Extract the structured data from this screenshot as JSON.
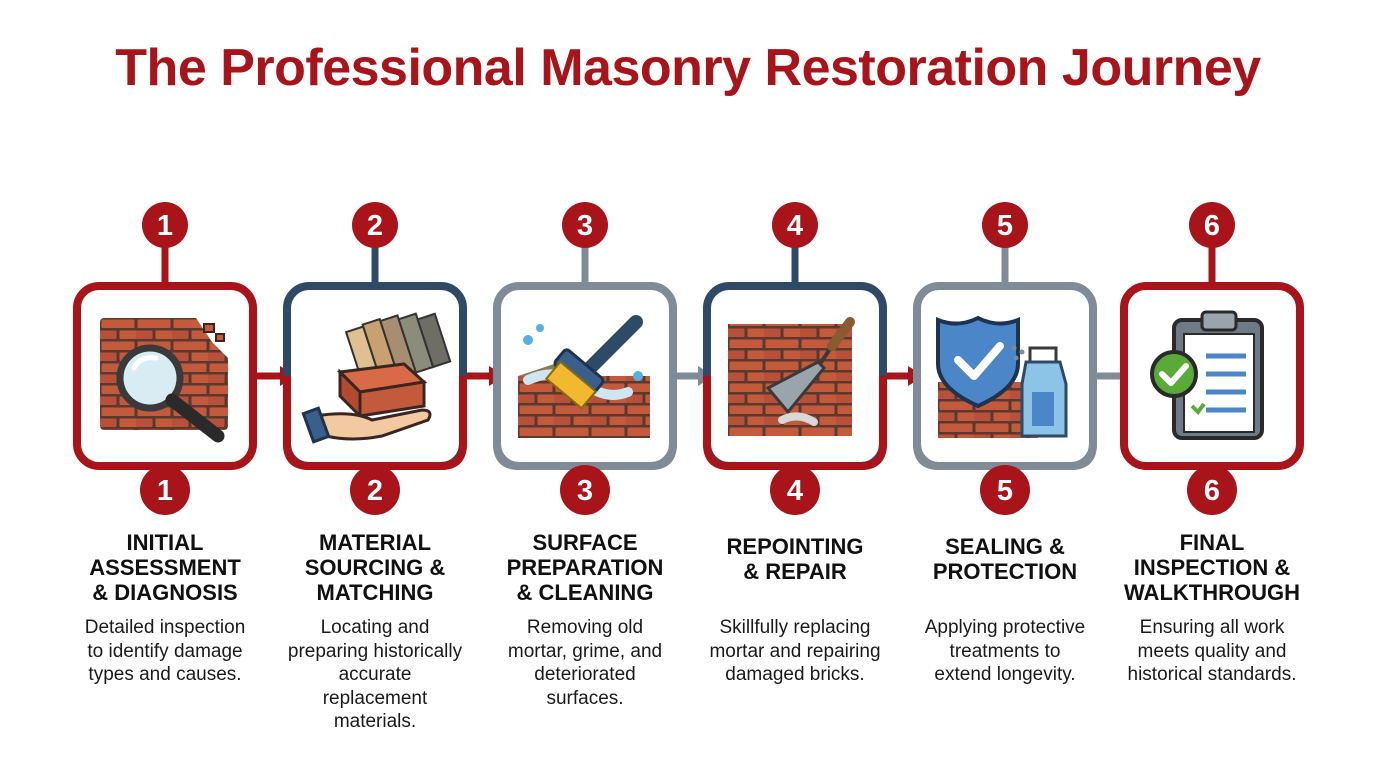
{
  "title": "The Professional Masonry Restoration Journey",
  "colors": {
    "red": "#a8141a",
    "navy": "#2f4a66",
    "gray": "#7f8b96"
  },
  "steps": [
    {
      "number": "1",
      "title_lines": [
        "INITIAL",
        "ASSESSMENT",
        "& DIAGNOSIS"
      ],
      "desc_lines": [
        "Detailed inspection",
        "to identify damage",
        "types and causes."
      ],
      "icon": "magnifier-on-bricks-icon",
      "frame": "red",
      "connector": "red"
    },
    {
      "number": "2",
      "title_lines": [
        "MATERIAL",
        "SOURCING &",
        "MATCHING"
      ],
      "desc_lines": [
        "Locating and",
        "preparing historically",
        "accurate",
        "replacement",
        "materials."
      ],
      "icon": "hand-brick-swatches-icon",
      "frame": "navy",
      "connector": "navy"
    },
    {
      "number": "3",
      "title_lines": [
        "SURFACE",
        "PREPARATION",
        "& CLEANING"
      ],
      "desc_lines": [
        "Removing old",
        "mortar, grime, and",
        "deteriorated",
        "surfaces."
      ],
      "icon": "scrub-brush-bricks-icon",
      "frame": "gray",
      "connector": "gray"
    },
    {
      "number": "4",
      "title_lines": [
        "REPOINTING",
        "& REPAIR"
      ],
      "desc_lines": [
        "Skillfully replacing",
        "mortar and repairing",
        "damaged bricks."
      ],
      "icon": "trowel-bricks-icon",
      "frame": "navy",
      "connector": "navy"
    },
    {
      "number": "5",
      "title_lines": [
        "SEALING &",
        "PROTECTION"
      ],
      "desc_lines": [
        "Applying protective",
        "treatments to",
        "extend longevity."
      ],
      "icon": "shield-spray-bricks-icon",
      "frame": "gray",
      "connector": "gray"
    },
    {
      "number": "6",
      "title_lines": [
        "FINAL",
        "INSPECTION &",
        "WALKTHROUGH"
      ],
      "desc_lines": [
        "Ensuring all work",
        "meets quality and",
        "historical standards."
      ],
      "icon": "clipboard-checklist-icon",
      "frame": "red",
      "connector": "red"
    }
  ]
}
